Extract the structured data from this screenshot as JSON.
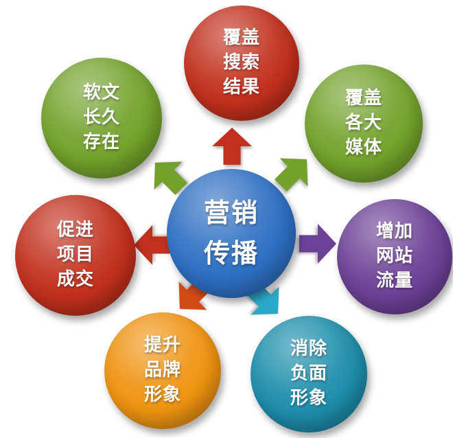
{
  "diagram": {
    "center": {
      "lines": [
        "营销",
        "传播"
      ],
      "color": "#2e6fc1"
    },
    "nodes": [
      {
        "position": "top",
        "lines": [
          "覆盖",
          "搜索",
          "结果"
        ],
        "color": "#c1301d",
        "arrow_color": "#c1301d"
      },
      {
        "position": "top-right",
        "lines": [
          "覆盖",
          "各大",
          "媒体"
        ],
        "color": "#74a12d",
        "arrow_color": "#74a12d"
      },
      {
        "position": "right",
        "lines": [
          "增加",
          "网站",
          "流量"
        ],
        "color": "#6b4196",
        "arrow_color": "#6b4196"
      },
      {
        "position": "bottom-right",
        "lines": [
          "消除",
          "负面",
          "形象"
        ],
        "color": "#1d8dab",
        "arrow_color": "#2ba8c7"
      },
      {
        "position": "bottom-left",
        "lines": [
          "提升",
          "品牌",
          "形象"
        ],
        "color": "#ee9311",
        "arrow_color": "#d24a17"
      },
      {
        "position": "left",
        "lines": [
          "促进",
          "项目",
          "成交"
        ],
        "color": "#c1301d",
        "arrow_color": "#c1301d"
      },
      {
        "position": "top-left",
        "lines": [
          "软文",
          "长久",
          "存在"
        ],
        "color": "#74a12d",
        "arrow_color": "#74a12d"
      }
    ]
  }
}
